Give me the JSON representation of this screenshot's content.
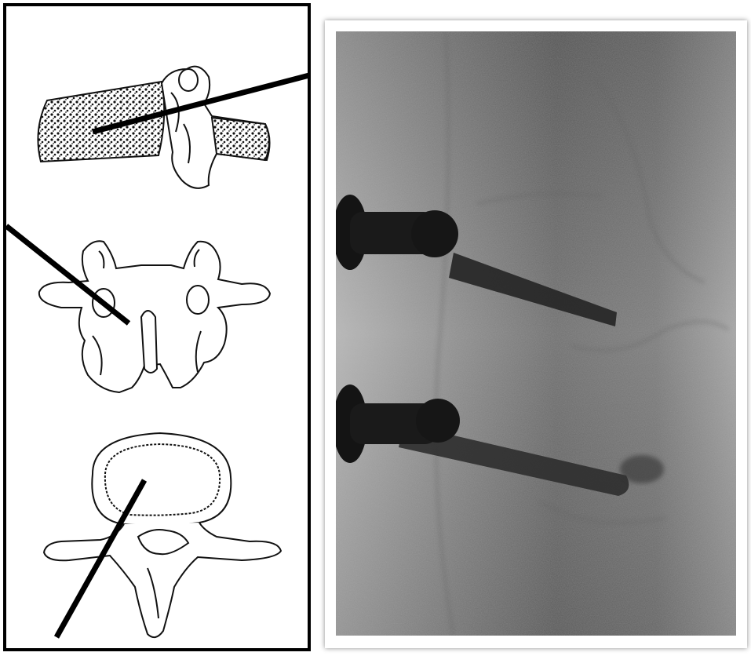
{
  "figure": {
    "left_panel": {
      "views": [
        "lateral-vertebra-with-needle",
        "posterior-vertebra-with-needle",
        "axial-vertebra-with-needle"
      ]
    },
    "right_panel": {
      "content": "fluoroscopy-image-two-needles"
    },
    "colors": {
      "ink": "#000000",
      "frame": "#000000",
      "xray_background": "#8a8a8a",
      "needle_shadow": "#1c1c1c"
    }
  }
}
